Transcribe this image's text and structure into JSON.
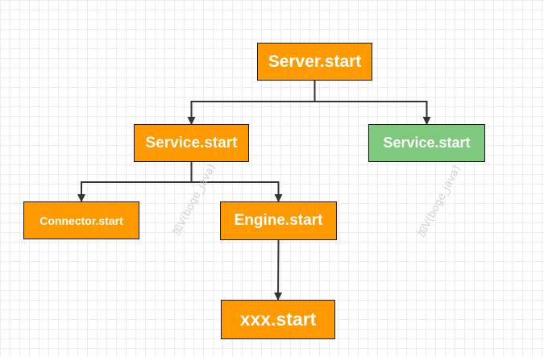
{
  "colors": {
    "primary_node": "#ff9900",
    "alt_node": "#7fc97f",
    "edge": "#333333",
    "border": "#1a1a1a"
  },
  "nodes": {
    "server_start": {
      "label": "Server.start",
      "fill": "orange"
    },
    "service_start_left": {
      "label": "Service.start",
      "fill": "orange"
    },
    "service_start_right": {
      "label": "Service.start",
      "fill": "green"
    },
    "connector_start": {
      "label": "Connector.start",
      "fill": "orange"
    },
    "engine_start": {
      "label": "Engine.start",
      "fill": "orange"
    },
    "xxx_start": {
      "label": "xxx.start",
      "fill": "orange"
    }
  },
  "edges": [
    {
      "from": "server_start",
      "to": "service_start_left"
    },
    {
      "from": "server_start",
      "to": "service_start_right"
    },
    {
      "from": "service_start_left",
      "to": "connector_start"
    },
    {
      "from": "service_start_left",
      "to": "engine_start"
    },
    {
      "from": "engine_start",
      "to": "xxx_start"
    }
  ]
}
